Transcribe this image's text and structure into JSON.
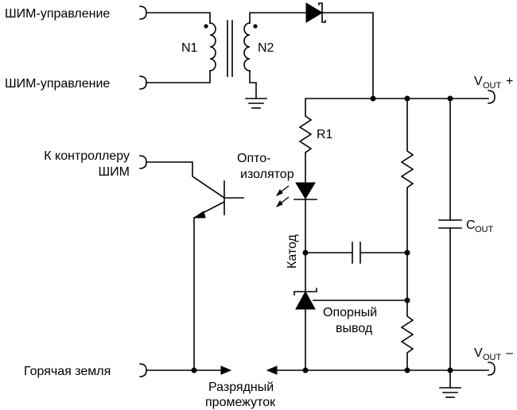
{
  "labels": {
    "pwm_top": "ШИМ-управление",
    "pwm_bottom": "ШИМ-управление",
    "n1": "N1",
    "n2": "N2",
    "r1": "R1",
    "controller_line1": "К контроллеру",
    "controller_line2": "ШИМ",
    "opto_line1": "Опто-",
    "opto_line2": "изолятор",
    "cathode": "Катод",
    "ref_line1": "Опорный",
    "ref_line2": "вывод",
    "hot_ground": "Горячая земля",
    "gap_line1": "Разрядный",
    "gap_line2": "промежуток",
    "vout_plus_main": "V",
    "vout_plus_sub": "OUT",
    "vout_plus_sign": "+",
    "vout_minus_main": "V",
    "vout_minus_sub": "OUT",
    "vout_minus_sign": "–",
    "cout_main": "C",
    "cout_sub": "OUT"
  }
}
